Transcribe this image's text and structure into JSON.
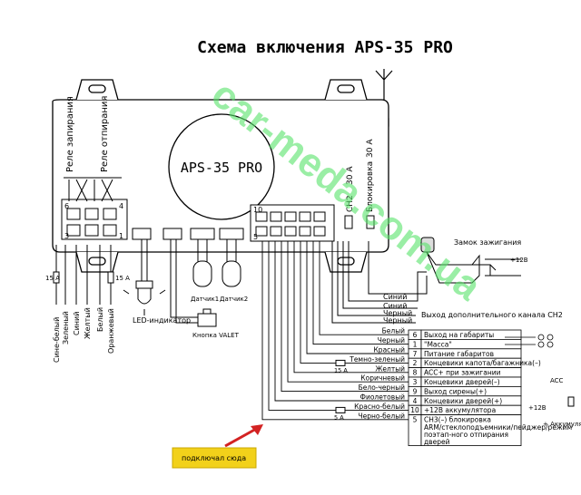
{
  "title": "Схема включения APS-35 PRO",
  "watermark": "car-meda.com.ua",
  "unit": {
    "name": "APS-35 PRO",
    "relay_lock": "Реле запирания",
    "relay_unlock": "Реле отпирания",
    "left_conn_pins": [
      "6",
      "4",
      "3",
      "1"
    ],
    "right_conn_pins": [
      "10",
      "5"
    ],
    "ch2": "CH2",
    "ch2_fuse": "30 A",
    "block": "Блокировка",
    "block_fuse": "30 A"
  },
  "left_wires": {
    "fuse": "15 A",
    "items": [
      "Сине-белый",
      "Зеленый",
      "Синий",
      "Желтый",
      "Белый",
      "Оранжевый"
    ]
  },
  "led": "LED-индикатор",
  "valet": "Кнопка VALET",
  "sensors": [
    "Датчик1",
    "Датчик2"
  ],
  "ignition": {
    "label": "Замок зажигания",
    "plus": "+12В"
  },
  "right_wires": [
    {
      "color": "Синий"
    },
    {
      "color": "Синий"
    },
    {
      "color": "Черный"
    },
    {
      "color": "Черный",
      "note": "Выход дополнительного канала CH2"
    }
  ],
  "pin_table": [
    {
      "wire": "Белый",
      "num": "6",
      "func": "Выход на габариты"
    },
    {
      "wire": "Черный",
      "num": "1",
      "func": "\"Масса\""
    },
    {
      "wire": "Красный",
      "num": "7",
      "func": "Питание габаритов"
    },
    {
      "wire": "Темно-зеленый",
      "num": "2",
      "func": "Концевики капота/багажника(–)",
      "fuse": "15 A"
    },
    {
      "wire": "Желтый",
      "num": "8",
      "func": "ACC+ при зажигании"
    },
    {
      "wire": "Коричневый",
      "num": "3",
      "func": "Концевики дверей(–)"
    },
    {
      "wire": "Бело-черный",
      "num": "9",
      "func": "Выход сирены(+)"
    },
    {
      "wire": "Фиолетовый",
      "num": "4",
      "func": "Концевики дверей(+)"
    },
    {
      "wire": "Красно-белый",
      "num": "10",
      "func": "+12В аккумулятора",
      "fuse": "5 A"
    },
    {
      "wire": "Черно-белый",
      "num": "5",
      "func": "СН3(–) блокировка АRМ/стеклоподъемники/пейджер/режим поэтап-ного отпирания дверей"
    }
  ],
  "acc": "ACC",
  "plus12": "+12В",
  "battery": "+ Аккумулятор батарея",
  "note": "подключал сюда",
  "colors": {
    "watermark": "#58e36a",
    "note_bg": "#f2d11a",
    "arrow": "#d32222"
  }
}
